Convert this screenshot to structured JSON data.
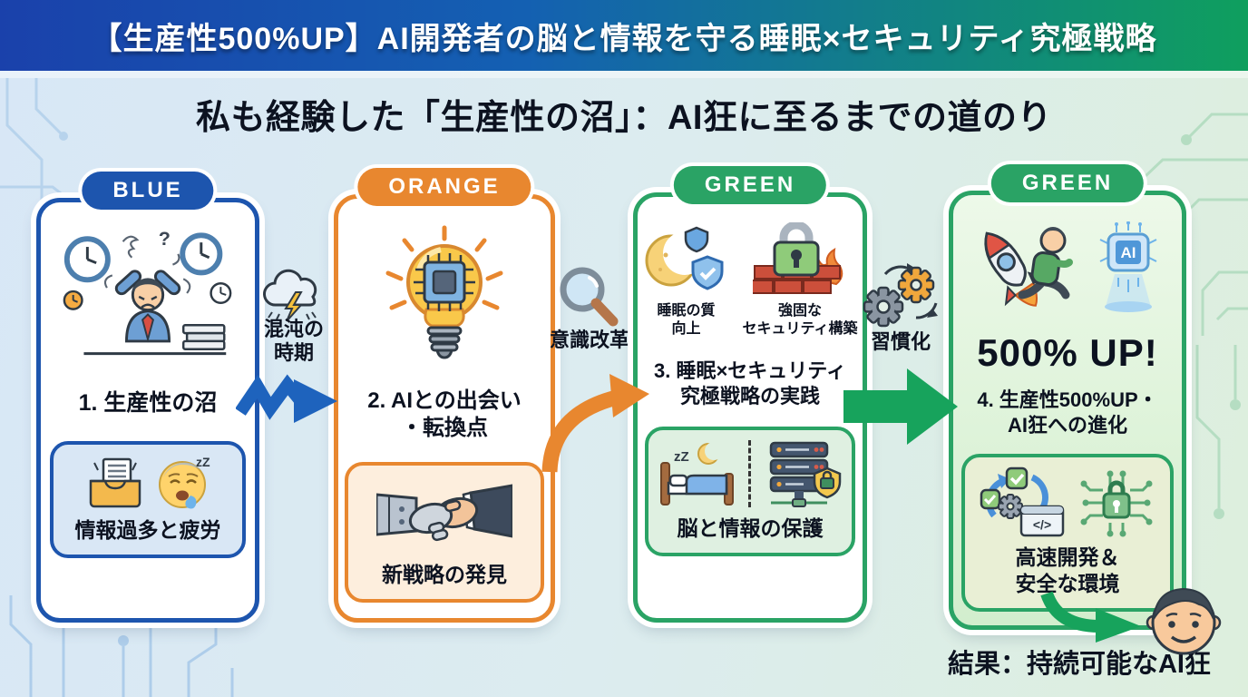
{
  "banner": {
    "title": "【生産性500%UP】AI開発者の脳と情報を守る睡眠×セキュリティ究極戦略"
  },
  "subtitle": "私も経験した「生産性の沼」：AI狂に至るまでの道のり",
  "colors": {
    "blue": "#1d55ae",
    "orange": "#e8872f",
    "green": "#2aa365",
    "arrow_blue": "#1e63bd",
    "arrow_green": "#17a35c"
  },
  "cards": [
    {
      "badge": "BLUE",
      "title": "1. 生産性の沼",
      "illustration_q": "?",
      "subbox": {
        "label": "情報過多と疲労",
        "emoji_zz": "zZ"
      }
    },
    {
      "badge": "ORANGE",
      "title_line1": "2. AIとの出会い",
      "title_line2": "・転換点",
      "subbox": {
        "label": "新戦略の発見"
      }
    },
    {
      "badge": "GREEN",
      "caption1_line1": "睡眠の質",
      "caption1_line2": "向上",
      "caption2_line1": "強固な",
      "caption2_line2": "セキュリティ構築",
      "title_line1": "3. 睡眠×セキュリティ",
      "title_line2": "究極戦略の実践",
      "subbox": {
        "label": "脳と情報の保護",
        "bed_zz": "zZ"
      }
    },
    {
      "badge": "GREEN",
      "ai_label": "AI",
      "highlight": "500% UP!",
      "title_line1": "4. 生産性500%UP・",
      "title_line2": "AI狂への進化",
      "subbox": {
        "label_line1": "高速開発＆",
        "label_line2": "安全な環境",
        "code_glyph": "</>"
      }
    }
  ],
  "connectors": [
    {
      "label_line1": "混沌の",
      "label_line2": "時期"
    },
    {
      "label": "意識改革"
    },
    {
      "label": "習慣化"
    }
  ],
  "result": {
    "text": "結果：持続可能なAI狂"
  }
}
